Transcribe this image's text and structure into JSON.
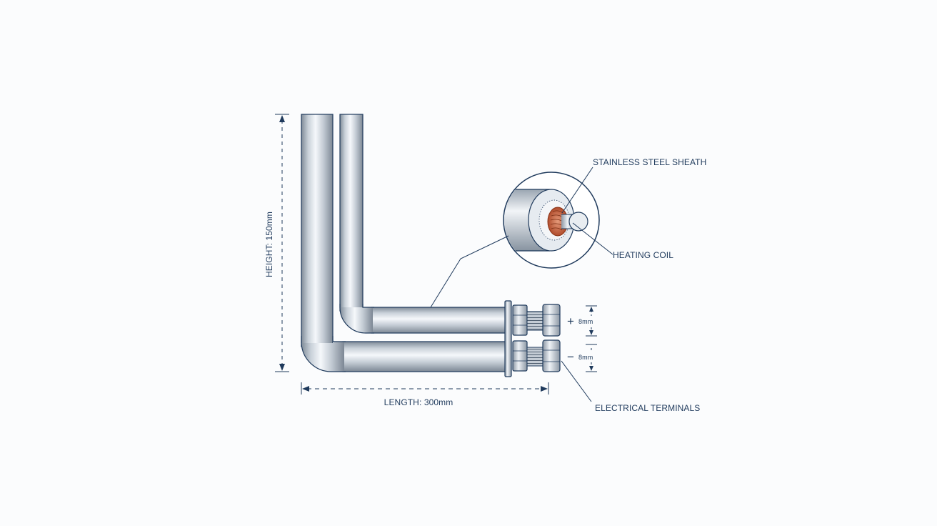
{
  "labels": {
    "sheath": "STAINLESS STEEL SHEATH",
    "coil": "HEATING COIL",
    "terminals": "ELECTRICAL TERMINALS",
    "height": "HEIGHT: 150mm",
    "length": "LENGTH: 300mm",
    "plus": "+",
    "minus": "−",
    "dim_top": "8mm",
    "dim_bottom": "8mm"
  },
  "colors": {
    "ink": "#1f3a5c",
    "steel_dark": "#8e99a6",
    "steel_light": "#f3f6f9",
    "coil": "#c8613f",
    "background": "#fbfcfd"
  }
}
